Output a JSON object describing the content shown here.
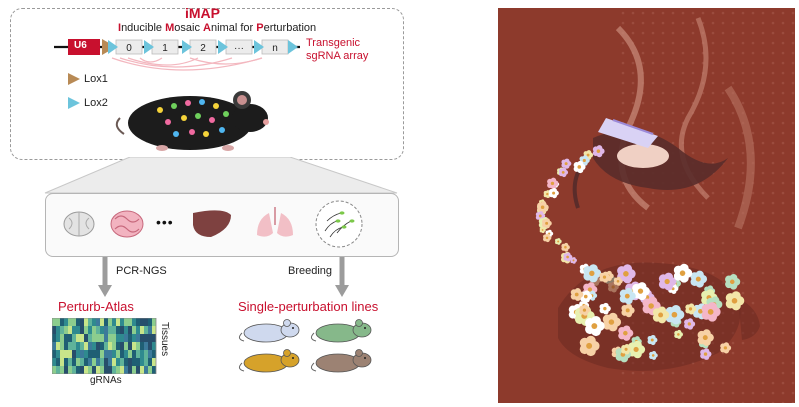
{
  "imap": {
    "title": "iMAP",
    "subtitle_parts": [
      {
        "t": "I",
        "hl": true
      },
      {
        "t": "nducible ",
        "hl": false
      },
      {
        "t": "M",
        "hl": true
      },
      {
        "t": "osaic ",
        "hl": false
      },
      {
        "t": "A",
        "hl": true
      },
      {
        "t": "nimal for ",
        "hl": false
      },
      {
        "t": "P",
        "hl": true
      },
      {
        "t": "erturbation",
        "hl": false
      }
    ]
  },
  "array": {
    "promoter": "U6",
    "slots": [
      "0",
      "1",
      "2",
      "···",
      "n"
    ],
    "label_line1": "Transgenic",
    "label_line2": "sgRNA array"
  },
  "legend": {
    "lox1": "Lox1",
    "lox2": "Lox2",
    "lox1_color": "#b88a55",
    "lox2_color": "#6cc4dc"
  },
  "organs": {
    "items": [
      "brain-icon",
      "intestine-icon",
      "ellipsis",
      "liver-icon",
      "lung-icon",
      "sperm-icon"
    ],
    "ellipsis": "•••"
  },
  "flow": {
    "left_label": "PCR-NGS",
    "right_label": "Breeding"
  },
  "outputs": {
    "atlas_title": "Perturb-Atlas",
    "atlas_ylabel": "Tissues",
    "atlas_xlabel": "gRNAs",
    "lines_title": "Single-perturbation lines"
  },
  "colors": {
    "accent_red": "#c8102e",
    "u6_red": "#c8102e",
    "mouse_colors": [
      "#cfd9ee",
      "#86b88a",
      "#d6a22a",
      "#9c8273"
    ],
    "illus_bg": "#8d3a2c"
  }
}
